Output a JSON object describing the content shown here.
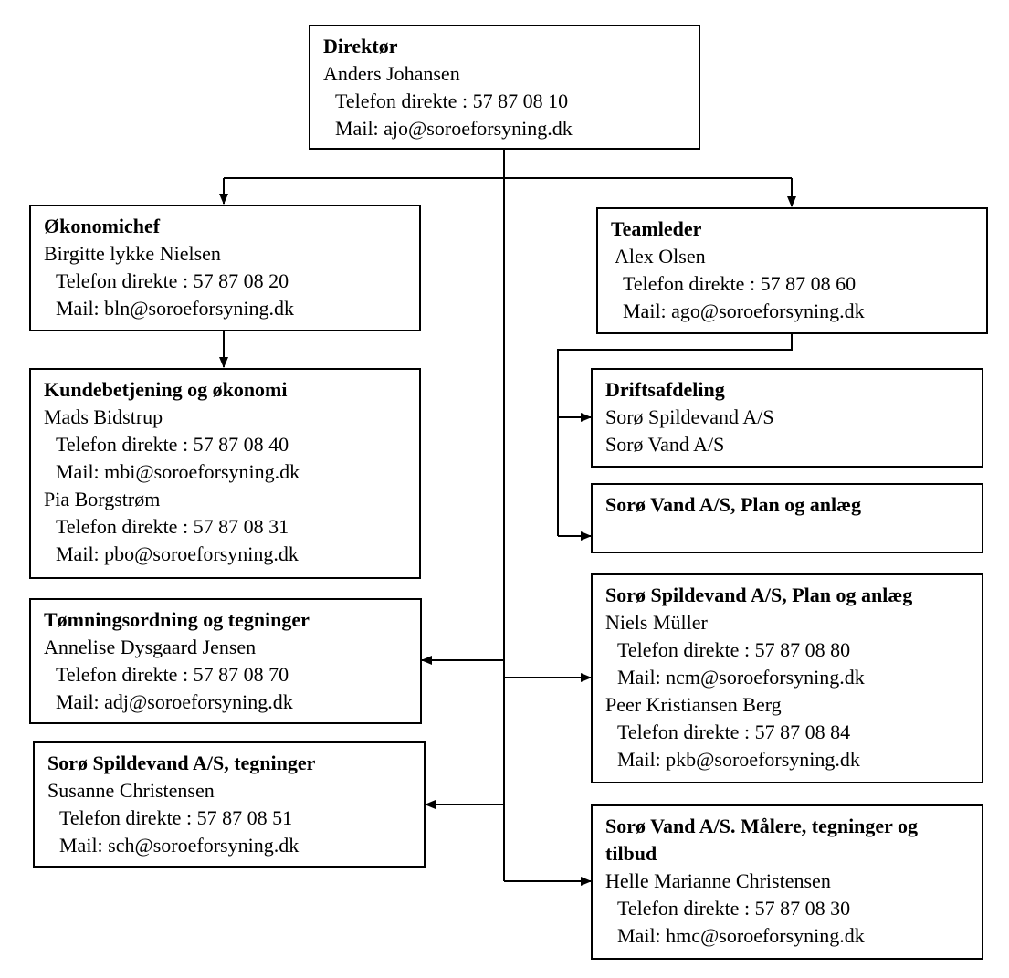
{
  "colors": {
    "line": "#000000",
    "box_border": "#000000",
    "background": "#ffffff"
  },
  "director": {
    "title": "Direktør",
    "name": "Anders Johansen",
    "phone": "Telefon direkte : 57 87 08 10",
    "mail": "Mail: ajo@soroeforsyning.dk"
  },
  "finance_chief": {
    "title": "Økonomichef",
    "name": "Birgitte lykke Nielsen",
    "phone": "Telefon direkte : 57 87 08 20",
    "mail": "Mail: bln@soroeforsyning.dk"
  },
  "team_lead": {
    "title": "Teamleder",
    "name": "Alex Olsen",
    "phone": "Telefon direkte : 57 87 08 60",
    "mail": "Mail: ago@soroeforsyning.dk"
  },
  "customer_service": {
    "title": "Kundebetjening og økonomi",
    "contacts": [
      {
        "name": "Mads Bidstrup",
        "phone": "Telefon direkte : 57 87 08 40",
        "mail": "Mail: mbi@soroeforsyning.dk"
      },
      {
        "name": "Pia Borgstrøm",
        "phone": "Telefon direkte : 57 87 08 31",
        "mail": "Mail: pbo@soroeforsyning.dk"
      }
    ]
  },
  "operations": {
    "title": "Driftsafdeling",
    "lines": [
      "Sorø Spildevand A/S",
      "Sorø Vand A/S"
    ]
  },
  "water_planning": {
    "title": "Sorø Vand A/S, Plan og anlæg"
  },
  "emptying": {
    "title": "Tømningsordning og tegninger",
    "name": "Annelise Dysgaard Jensen",
    "phone": "Telefon direkte : 57 87 08 70",
    "mail": "Mail: adj@soroeforsyning.dk"
  },
  "sewage_planning": {
    "title": "Sorø Spildevand A/S, Plan og anlæg",
    "contacts": [
      {
        "name": "Niels Müller",
        "phone": "Telefon direkte : 57 87 08 80",
        "mail": "Mail: ncm@soroeforsyning.dk"
      },
      {
        "name": "Peer Kristiansen Berg",
        "phone": "Telefon direkte : 57 87 08 84",
        "mail": "Mail: pkb@soroeforsyning.dk"
      }
    ]
  },
  "sewage_drawings": {
    "title": "Sorø Spildevand A/S, tegninger",
    "name": "Susanne Christensen",
    "phone": "Telefon direkte : 57 87 08 51",
    "mail": "Mail: sch@soroeforsyning.dk"
  },
  "meters": {
    "title": "Sorø Vand A/S. Målere, tegninger og tilbud",
    "name": "Helle Marianne Christensen",
    "phone": "Telefon direkte : 57 87 08 30",
    "mail": "Mail: hmc@soroeforsyning.dk"
  }
}
